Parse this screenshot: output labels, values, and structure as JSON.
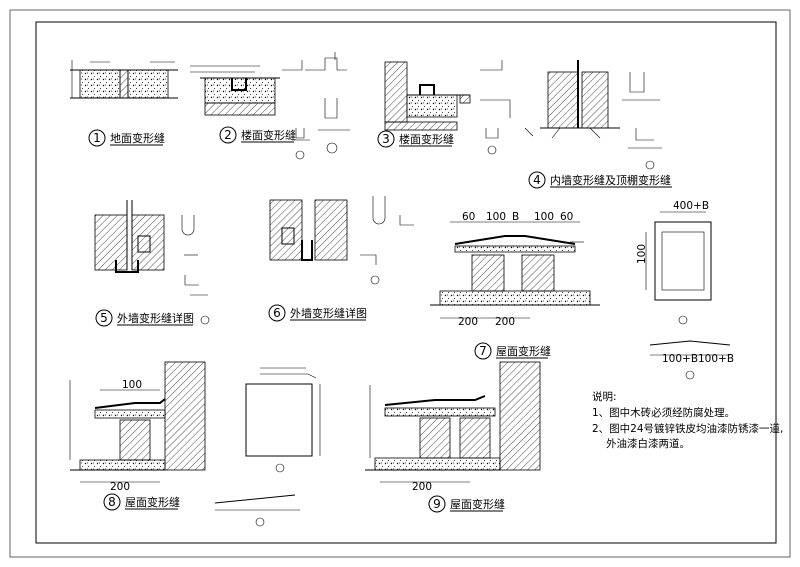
{
  "details": [
    {
      "id": "d1",
      "number": "1",
      "title": "地面变形缝"
    },
    {
      "id": "d2",
      "number": "2",
      "title": "楼面变形缝"
    },
    {
      "id": "d3",
      "number": "3",
      "title": "楼面变形缝"
    },
    {
      "id": "d4",
      "number": "4",
      "title": "内墙变形缝及顶棚变形缝"
    },
    {
      "id": "d5",
      "number": "5",
      "title": "外墙变形缝详图"
    },
    {
      "id": "d6",
      "number": "6",
      "title": "外墙变形缝详图"
    },
    {
      "id": "d7",
      "number": "7",
      "title": "屋面变形缝"
    },
    {
      "id": "d8",
      "number": "8",
      "title": "屋面变形缝"
    },
    {
      "id": "d9",
      "number": "9",
      "title": "屋面变形缝"
    }
  ],
  "dimensions": {
    "d7_top": [
      "60",
      "100",
      "B",
      "100",
      "60"
    ],
    "d7_bottom": [
      "200",
      "200"
    ],
    "d8_top": "100",
    "d8_bottom": "200",
    "d9_bottom": "200",
    "panel_top": "400+B",
    "panel_side": "100",
    "strip_a": "100+B",
    "strip_b": "100+B"
  },
  "notes": {
    "heading": "说明:",
    "items": [
      "1、图中木砖必须经防腐处理。",
      "2、图中24号镀锌铁皮均油漆防锈漆一道,",
      "外油漆白漆两道。"
    ]
  }
}
